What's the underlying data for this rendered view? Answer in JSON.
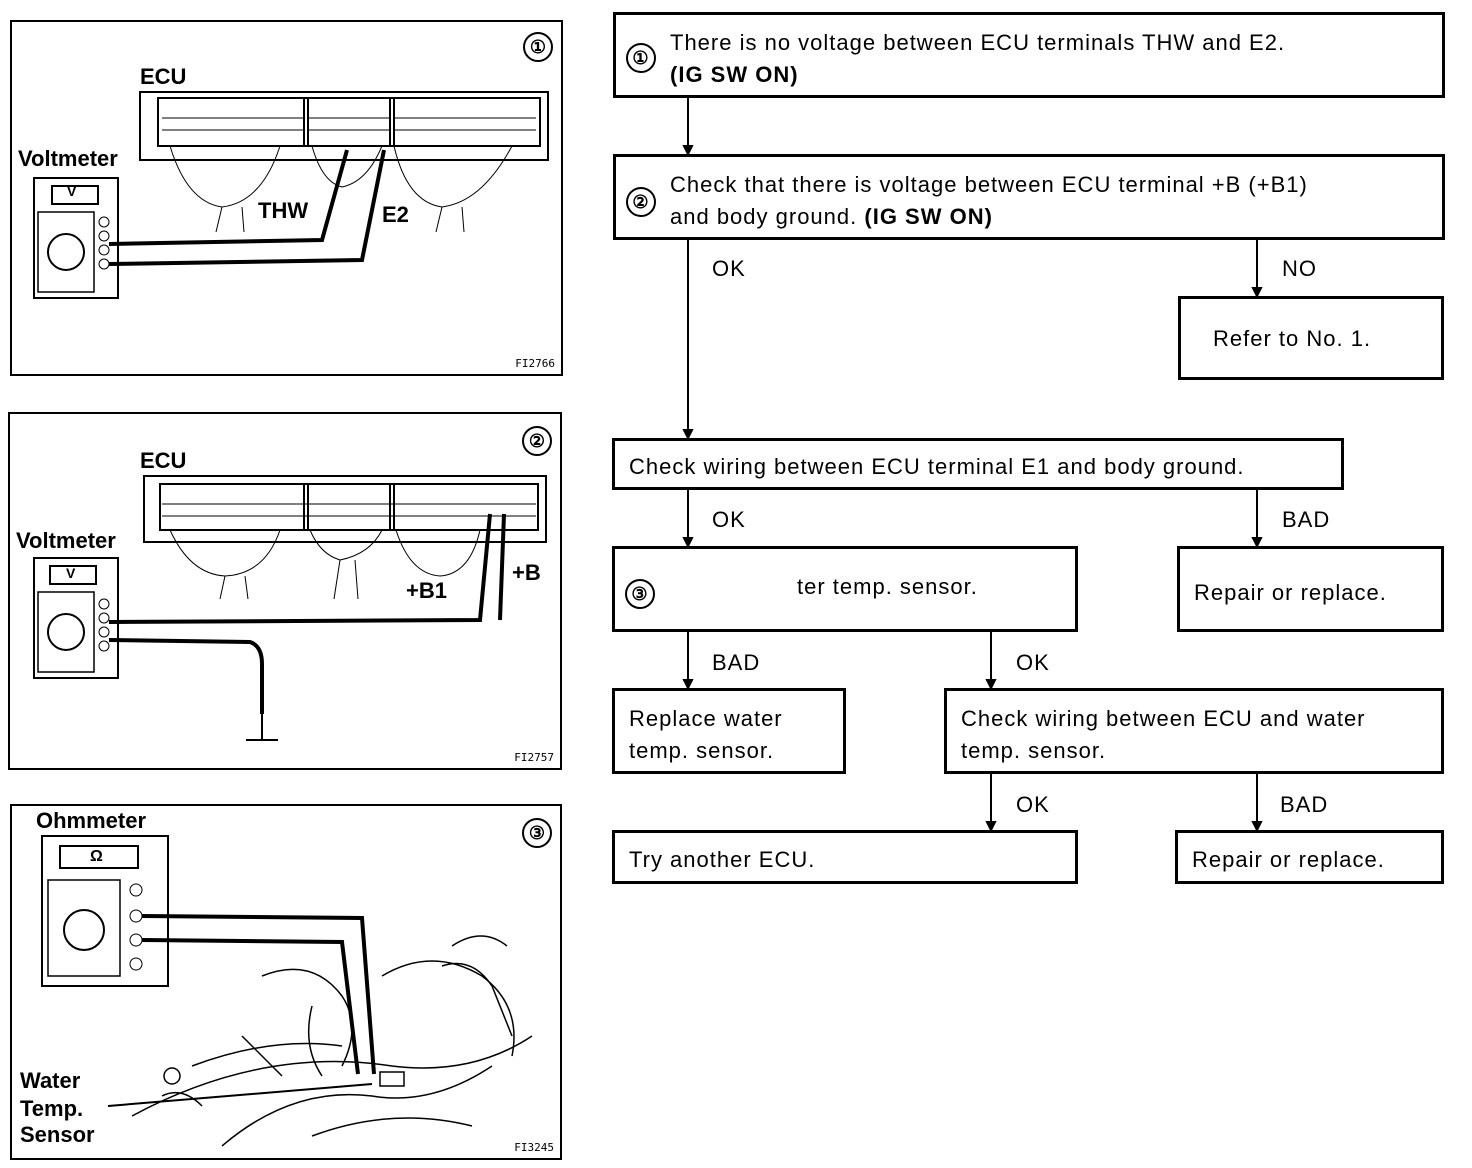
{
  "panels": [
    {
      "number": "①",
      "labels": {
        "ecu": "ECU",
        "meter": "Voltmeter",
        "meter_face": "V",
        "probe1": "THW",
        "probe2": "E2"
      },
      "code": "FI2766"
    },
    {
      "number": "②",
      "labels": {
        "ecu": "ECU",
        "meter": "Voltmeter",
        "meter_face": "V",
        "probe1": "+B1",
        "probe2": "+B"
      },
      "code": "FI2757"
    },
    {
      "number": "③",
      "labels": {
        "meter": "Ohmmeter",
        "meter_face": "Ω",
        "sensor_line1": "Water",
        "sensor_line2": "Temp.",
        "sensor_line3": "Sensor"
      },
      "code": "FI3245"
    }
  ],
  "flow": {
    "step1": {
      "num": "①",
      "line1": "There is no voltage between ECU terminals THW and E2.",
      "line2": "(IG SW ON)"
    },
    "step2": {
      "num": "②",
      "line1": "Check that there is voltage between ECU terminal +B (+B1)",
      "line2_a": "and body ground. ",
      "line2_b": "(IG SW ON)"
    },
    "refer": "Refer to No. 1.",
    "wiring_e1": "Check wiring between ECU terminal E1 and body ground.",
    "repair1": "Repair or replace.",
    "step3": {
      "num": "③",
      "text": "ter temp. sensor."
    },
    "replace": {
      "line1": "Replace water",
      "line2": "temp. sensor."
    },
    "wiring_sensor": {
      "line1": "Check wiring between ECU and water",
      "line2": "temp. sensor."
    },
    "try_ecu": "Try another ECU.",
    "repair2": "Repair or replace.",
    "branches": {
      "ok1": "OK",
      "no": "NO",
      "ok2": "OK",
      "bad1": "BAD",
      "bad2": "BAD",
      "ok3": "OK",
      "ok4": "OK",
      "bad3": "BAD"
    }
  }
}
